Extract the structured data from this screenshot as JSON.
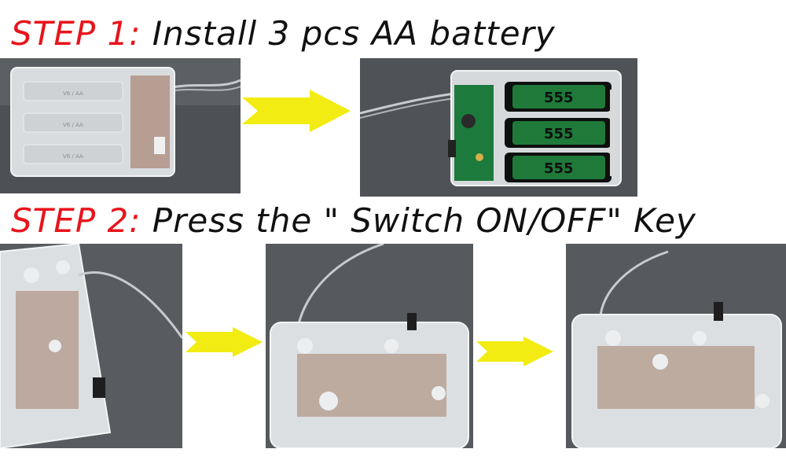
{
  "steps": [
    {
      "prefix": "STEP 1:",
      "text": " Install 3 pcs AA battery"
    },
    {
      "prefix": "STEP 2:",
      "text": " Press the \" Switch ON/OFF\" Key"
    }
  ],
  "battery_print": [
    "555",
    "555",
    "555"
  ],
  "case_print": [
    "V6 / AA",
    "V6 / AA",
    "V6 / AA"
  ],
  "colors": {
    "step_red": "#e8141b",
    "arrow_yellow": "#f2ec12",
    "battery_green": "#1f7a3a",
    "pcb_green": "#1c7a3c",
    "photo_background": "#55585c"
  }
}
